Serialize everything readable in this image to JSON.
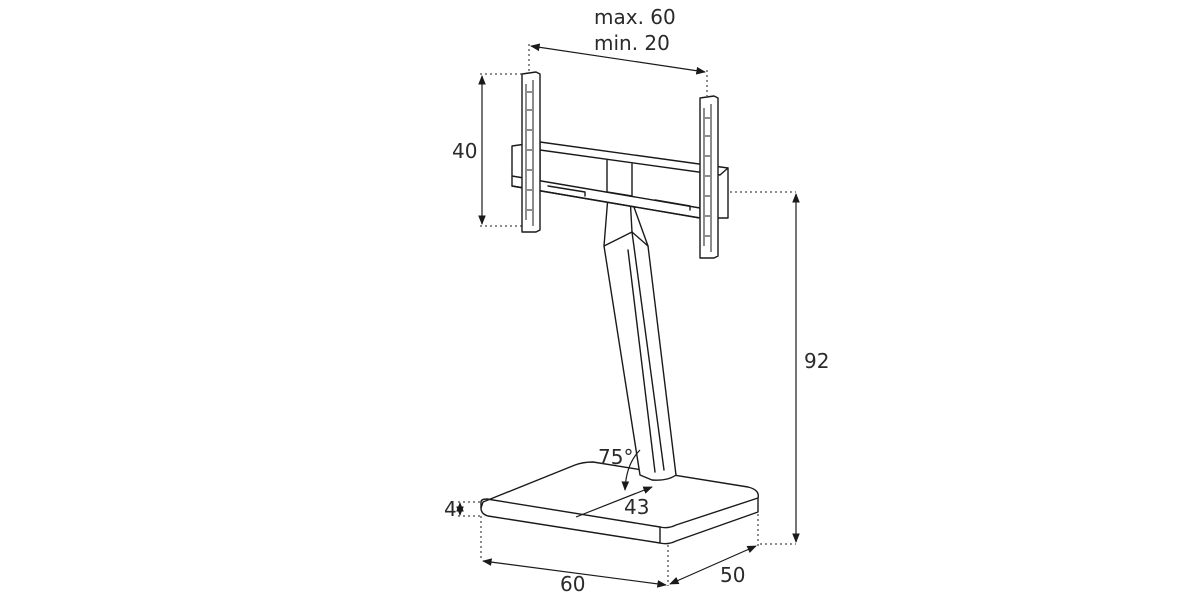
{
  "dimensions": {
    "width_max": "max. 60",
    "width_min": "min. 20",
    "bracket_height": "40",
    "total_height": "92",
    "tilt_angle": "75°",
    "pole_depth_offset": "43",
    "base_thickness": "4",
    "base_width": "60",
    "base_depth": "50"
  }
}
